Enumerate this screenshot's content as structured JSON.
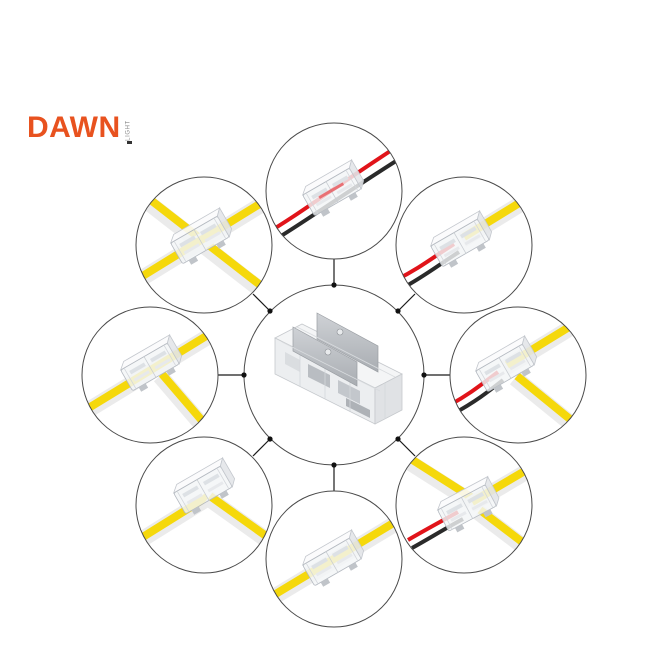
{
  "brand": {
    "name": "DAWN",
    "tagline": "LIGHT",
    "color": "#e8521f"
  },
  "diagram": {
    "center": {
      "icon": "connector-module-icon",
      "depicts": "clear connector body with two metal contact blades"
    },
    "variants": [
      {
        "position": "top",
        "icon": "wire-to-wire-connector-icon",
        "depicts": "red/black wire to red/black wire"
      },
      {
        "position": "top-right",
        "icon": "wire-to-strip-connector-icon",
        "depicts": "red/black wire to yellow COB strip"
      },
      {
        "position": "right",
        "icon": "wire-to-strip-t-connector-icon",
        "depicts": "red/black wire to T-joined yellow COB strips"
      },
      {
        "position": "bottom-right",
        "icon": "wire-to-strip-cross-connector-icon",
        "depicts": "red/black wire to cross-joined yellow COB strips"
      },
      {
        "position": "bottom",
        "icon": "strip-to-strip-connector-icon",
        "depicts": "yellow COB strip to yellow COB strip"
      },
      {
        "position": "bottom-left",
        "icon": "strip-l-connector-icon",
        "depicts": "L-shaped yellow COB strip joint"
      },
      {
        "position": "left",
        "icon": "strip-t-connector-icon",
        "depicts": "T-shaped yellow COB strip joint"
      },
      {
        "position": "top-left",
        "icon": "strip-cross-connector-icon",
        "depicts": "X-shaped yellow COB strip joint"
      }
    ]
  },
  "colors": {
    "strip_yellow": "#f5d80b",
    "strip_band": "#ebebeb",
    "wire_red": "#e1141a",
    "wire_black": "#2a2a2a",
    "circle_stroke": "#4a4a4a",
    "connector_line": "#1a1a1a"
  }
}
